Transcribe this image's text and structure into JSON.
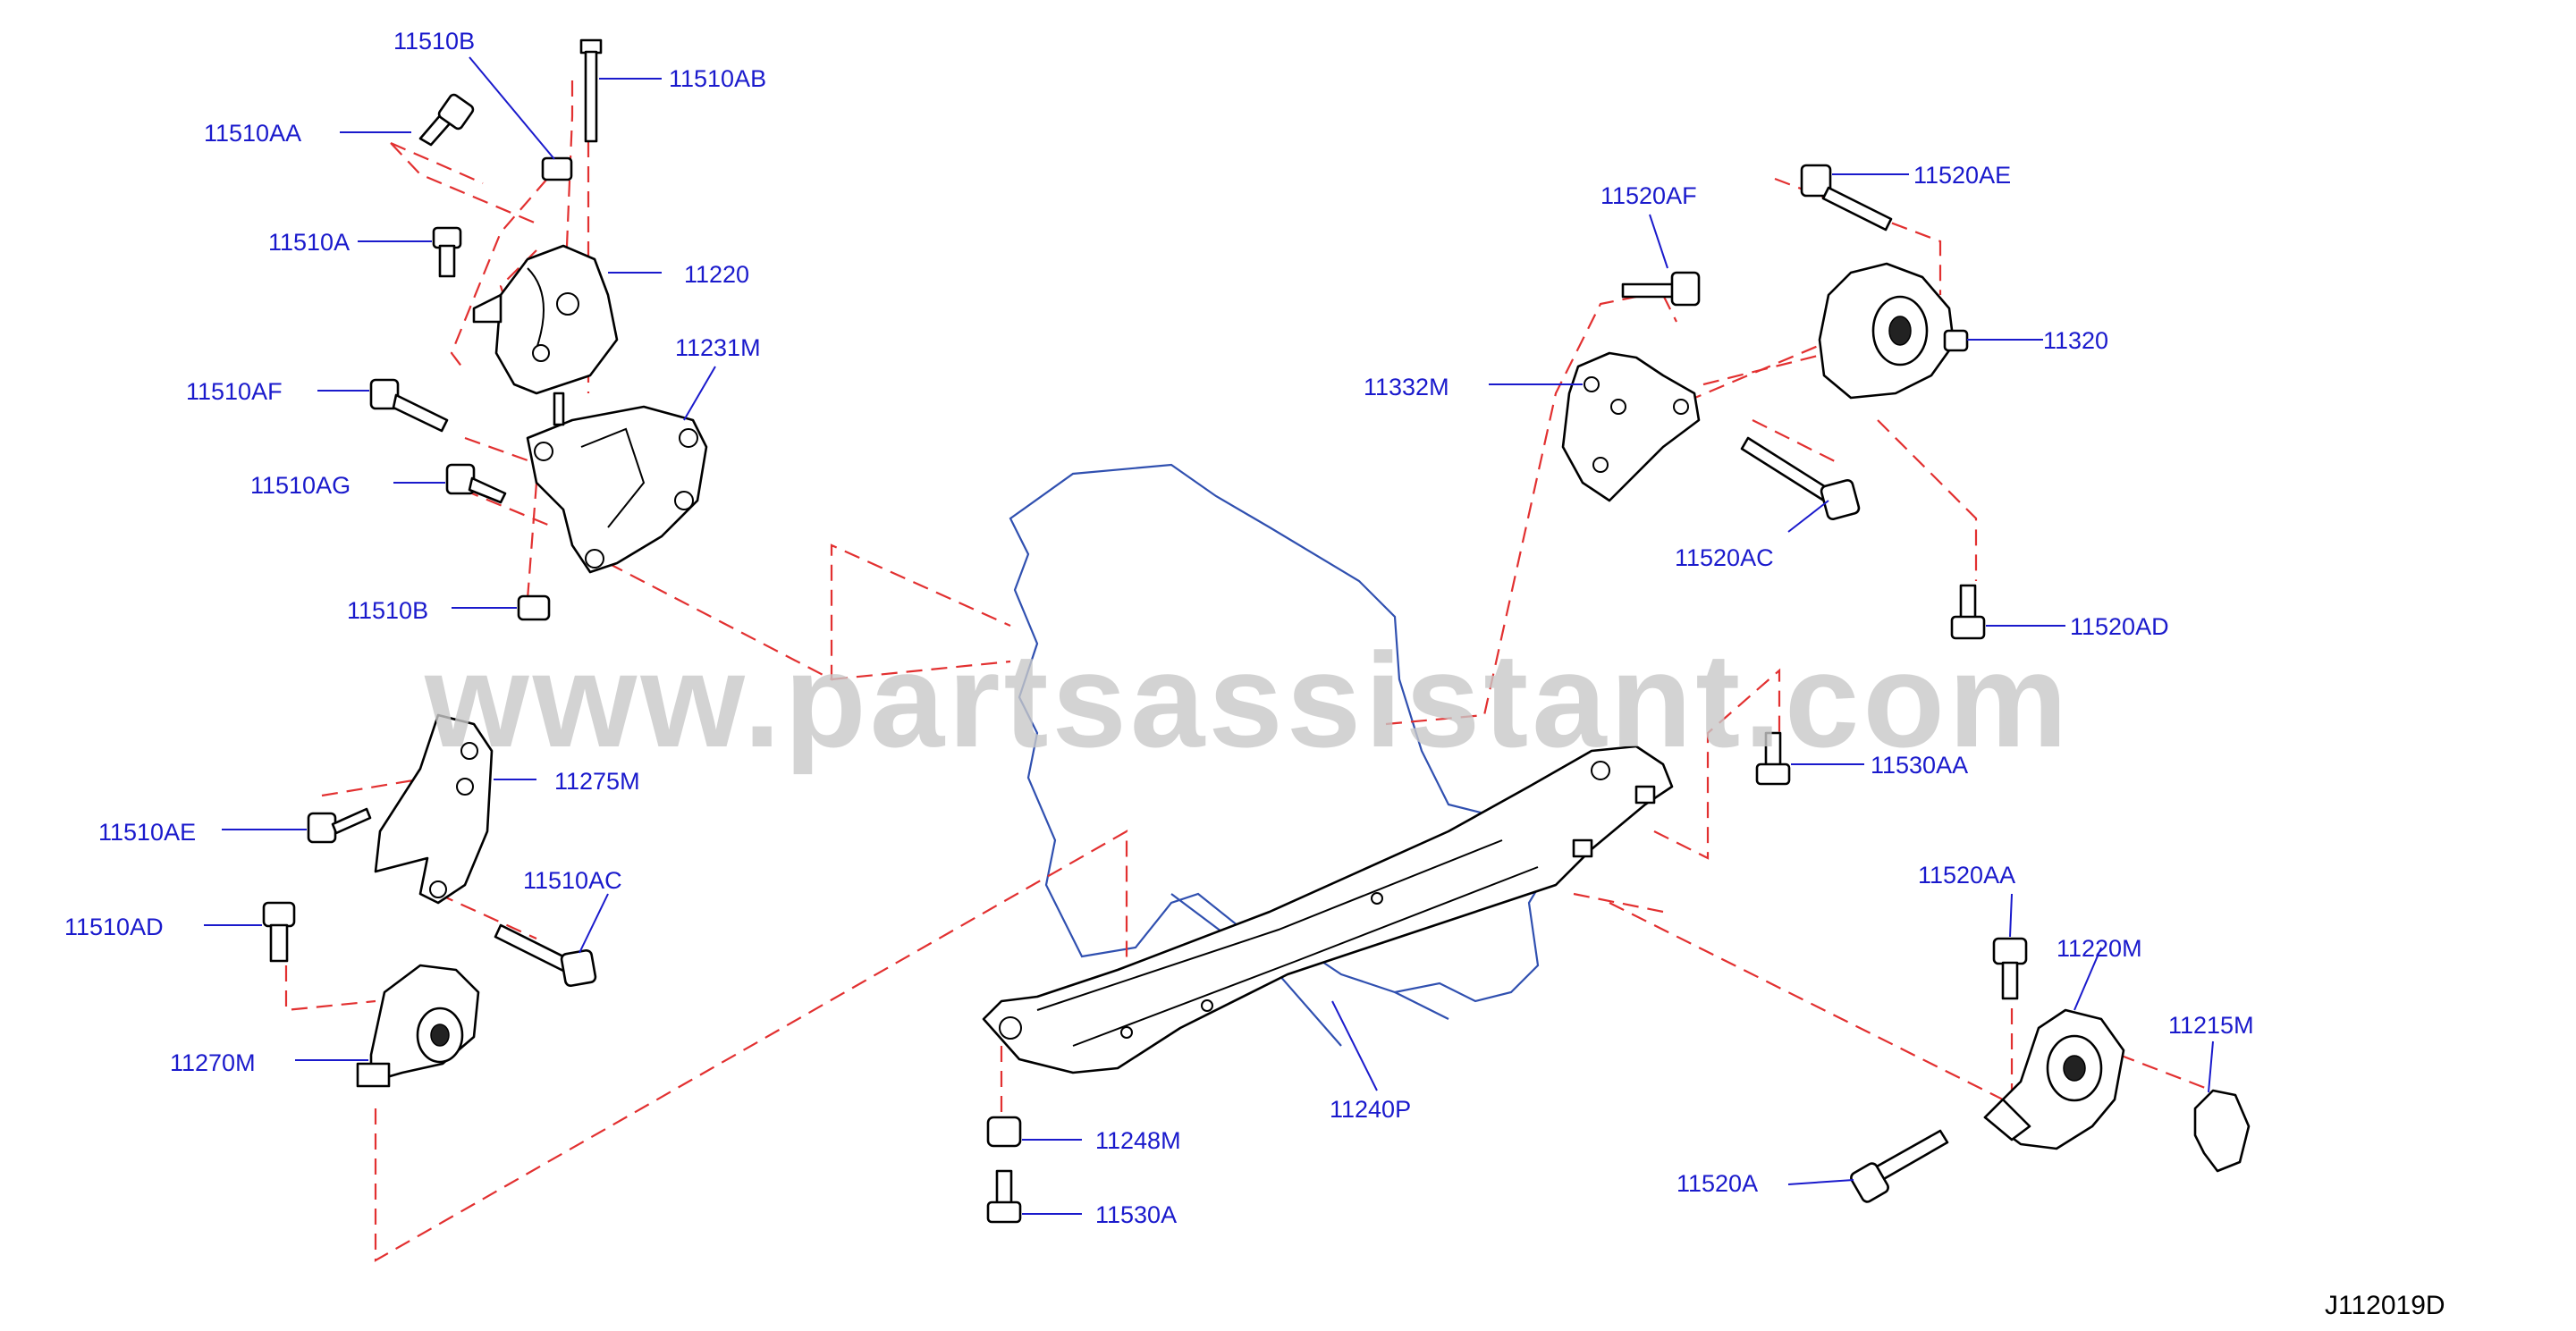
{
  "watermark": "www.partsassistant.com",
  "diagram_code": "J112019D",
  "labels": {
    "l_11510B_top": "11510B",
    "l_11510AB": "11510AB",
    "l_11510AA": "11510AA",
    "l_11510A": "11510A",
    "l_11220": "11220",
    "l_11231M": "11231M",
    "l_11510AF": "11510AF",
    "l_11510AG": "11510AG",
    "l_11510B_bot": "11510B",
    "l_11275M": "11275M",
    "l_11510AE": "11510AE",
    "l_11510AC": "11510AC",
    "l_11510AD": "11510AD",
    "l_11270M": "11270M",
    "l_11248M": "11248M",
    "l_11530A": "11530A",
    "l_11240P": "11240P",
    "l_11520AF": "11520AF",
    "l_11520AE": "11520AE",
    "l_11332M": "11332M",
    "l_11320": "11320",
    "l_11520AC": "11520AC",
    "l_11520AD": "11520AD",
    "l_11530AA": "11530AA",
    "l_11520AA": "11520AA",
    "l_11220M": "11220M",
    "l_11215M": "11215M",
    "l_11520A": "11520A"
  }
}
